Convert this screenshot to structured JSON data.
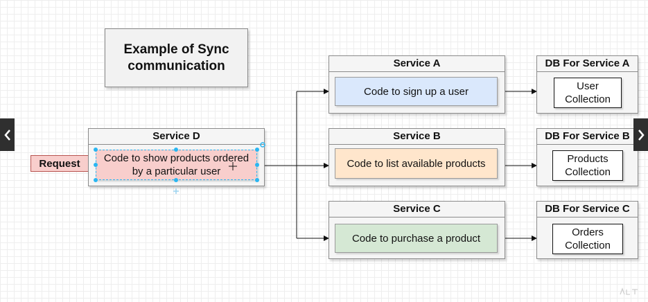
{
  "title": "Example of Sync communication",
  "request": {
    "label": "Request"
  },
  "services": [
    {
      "id": "service-d",
      "name": "Service D",
      "code": "Code to show products ordered by a particular user",
      "fill": "#f8cecc"
    },
    {
      "id": "service-a",
      "name": "Service A",
      "code": "Code to sign up a user",
      "fill": "#dae8fc"
    },
    {
      "id": "service-b",
      "name": "Service B",
      "code": "Code to list available products",
      "fill": "#ffe6cc"
    },
    {
      "id": "service-c",
      "name": "Service C",
      "code": "Code to purchase a product",
      "fill": "#d5e8d4"
    }
  ],
  "databases": [
    {
      "id": "db-a",
      "name": "DB For Service A",
      "collection": "User Collection"
    },
    {
      "id": "db-b",
      "name": "DB For Service B",
      "collection": "Products Collection"
    },
    {
      "id": "db-c",
      "name": "DB For Service C",
      "collection": "Orders Collection"
    }
  ],
  "navigation": {
    "prev_icon": "chevron-left-icon",
    "next_icon": "chevron-right-icon"
  },
  "colors": {
    "selection_handle": "#29b6f2",
    "connector": "#111111",
    "nav_button": "#2f2f2f"
  }
}
